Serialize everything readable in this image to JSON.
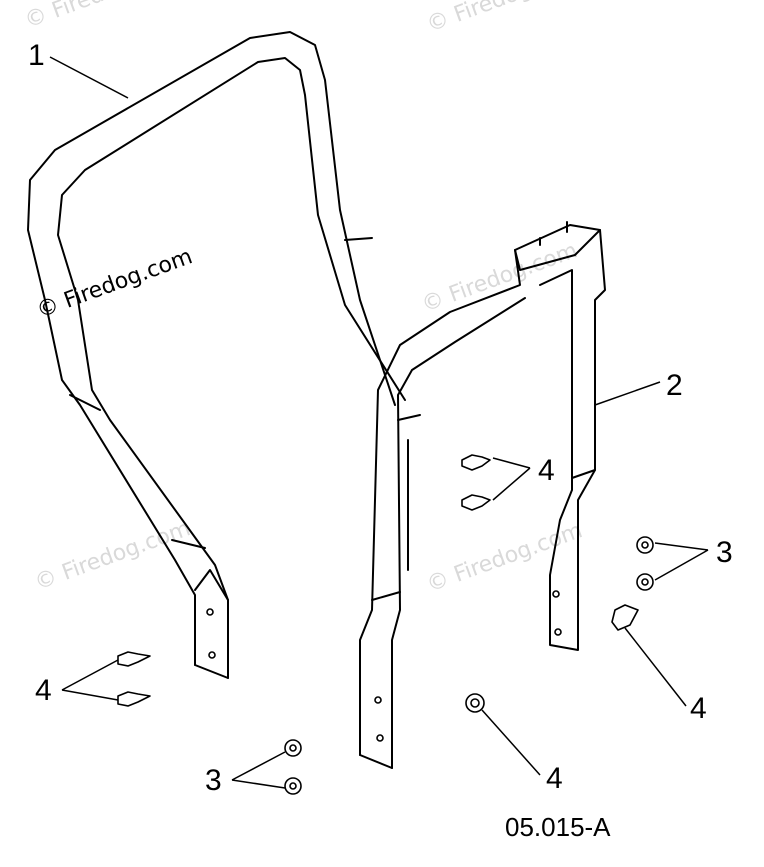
{
  "diagram": {
    "figure_ref": "05.015-A",
    "watermark_text": "© Firedog.com",
    "callouts": {
      "c1": "1",
      "c2": "2",
      "c3a": "3",
      "c3b": "3",
      "c4a": "4",
      "c4b": "4",
      "c4c": "4",
      "c4d": "4"
    }
  }
}
